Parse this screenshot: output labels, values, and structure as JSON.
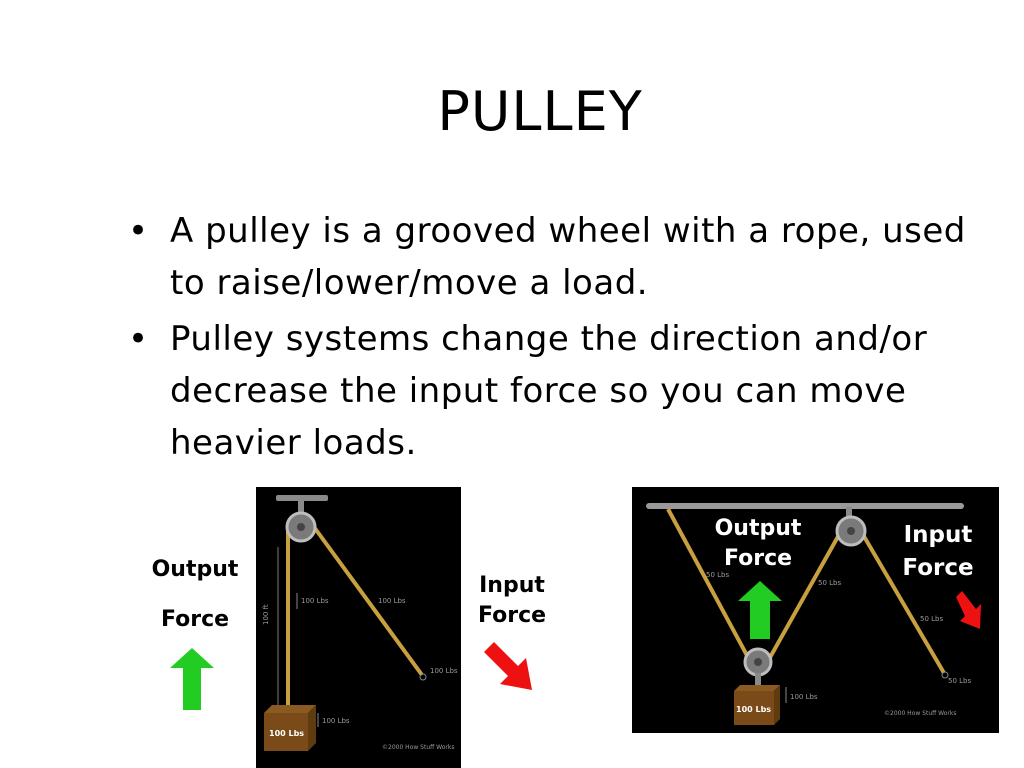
{
  "slide": {
    "title": "PULLEY",
    "bullets": [
      "A pulley is a grooved wheel with a rope, used to raise/lower/move a load.",
      "Pulley systems change the direction and/or decrease the input force so you can move heavier loads."
    ]
  },
  "left_diagram": {
    "output_label_1": "Output",
    "output_label_2": "Force",
    "input_label_1": "Input",
    "input_label_2": "Force",
    "box_label": "100 Lbs",
    "rope_label_left": "100 Lbs",
    "rope_label_right": "100 Lbs",
    "rope_label_end": "100 Lbs",
    "box_weight_label": "100 Lbs",
    "height_label": "100 ft",
    "credit": "©2000 How Stuff Works"
  },
  "right_diagram": {
    "output_label_1": "Output",
    "output_label_2": "Force",
    "input_label_1": "Input",
    "input_label_2": "Force",
    "box_label": "100 Lbs",
    "rope_label_1": "50 Lbs",
    "rope_label_2": "50 Lbs",
    "rope_label_3": "50 Lbs",
    "rope_label_end": "50 Lbs",
    "box_weight_label": "100 Lbs",
    "credit": "©2000 How Stuff Works"
  },
  "colors": {
    "up_arrow": "#22cc22",
    "down_arrow": "#ee1111",
    "rope": "#c8a040",
    "panel_bg": "#000000"
  }
}
